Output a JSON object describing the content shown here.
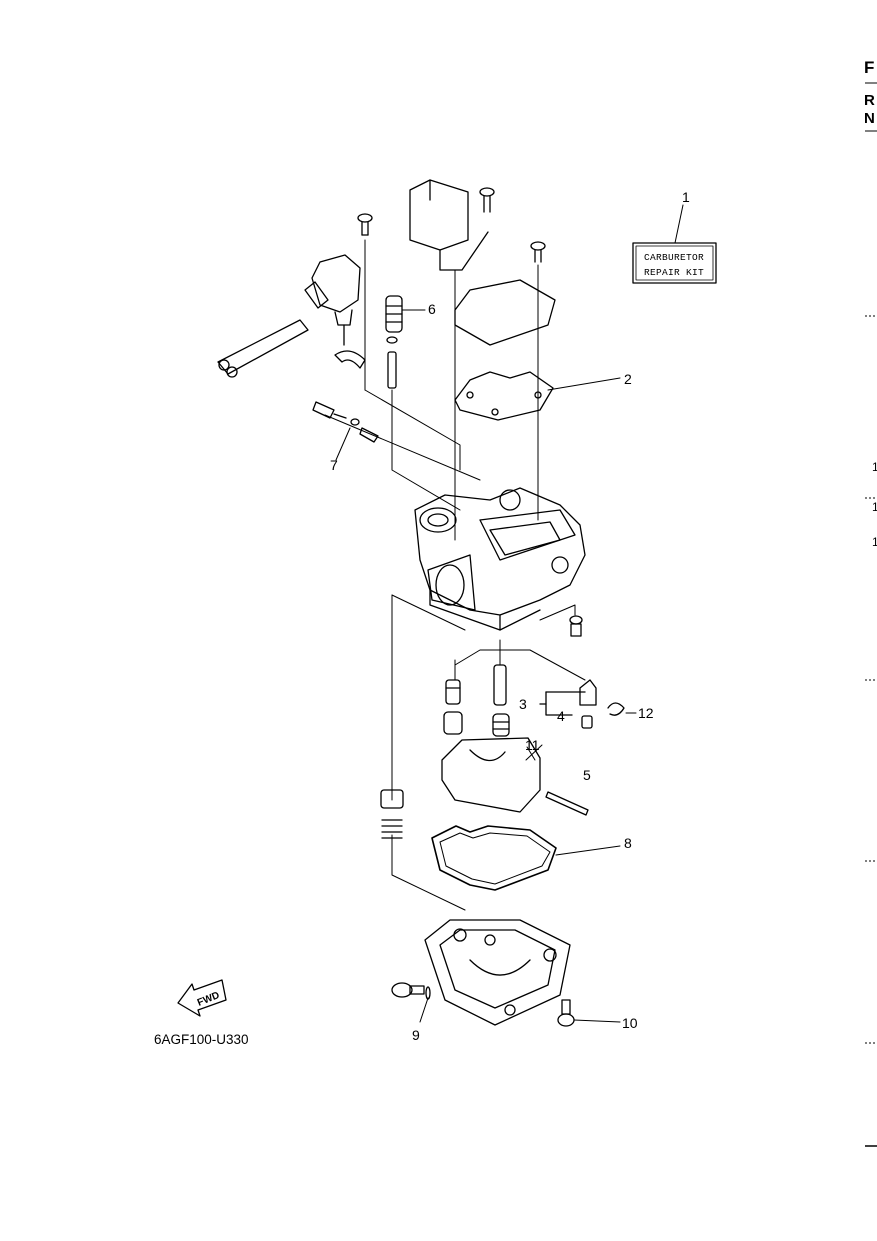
{
  "kit_box": {
    "line1": "CARBURETOR",
    "line2": "REPAIR KIT"
  },
  "fwd_arrow": {
    "label": "FWD"
  },
  "diagram_code": "6AGF100-U330",
  "callouts": [
    {
      "num": "1"
    },
    {
      "num": "2"
    },
    {
      "num": "3"
    },
    {
      "num": "4"
    },
    {
      "num": "5"
    },
    {
      "num": "6"
    },
    {
      "num": "7"
    },
    {
      "num": "8"
    },
    {
      "num": "9"
    },
    {
      "num": "10"
    },
    {
      "num": "11"
    },
    {
      "num": "12"
    }
  ],
  "right_edge": {
    "headers": [
      "F",
      "R",
      "N"
    ],
    "numbers": [
      "1",
      "1",
      "1"
    ]
  }
}
